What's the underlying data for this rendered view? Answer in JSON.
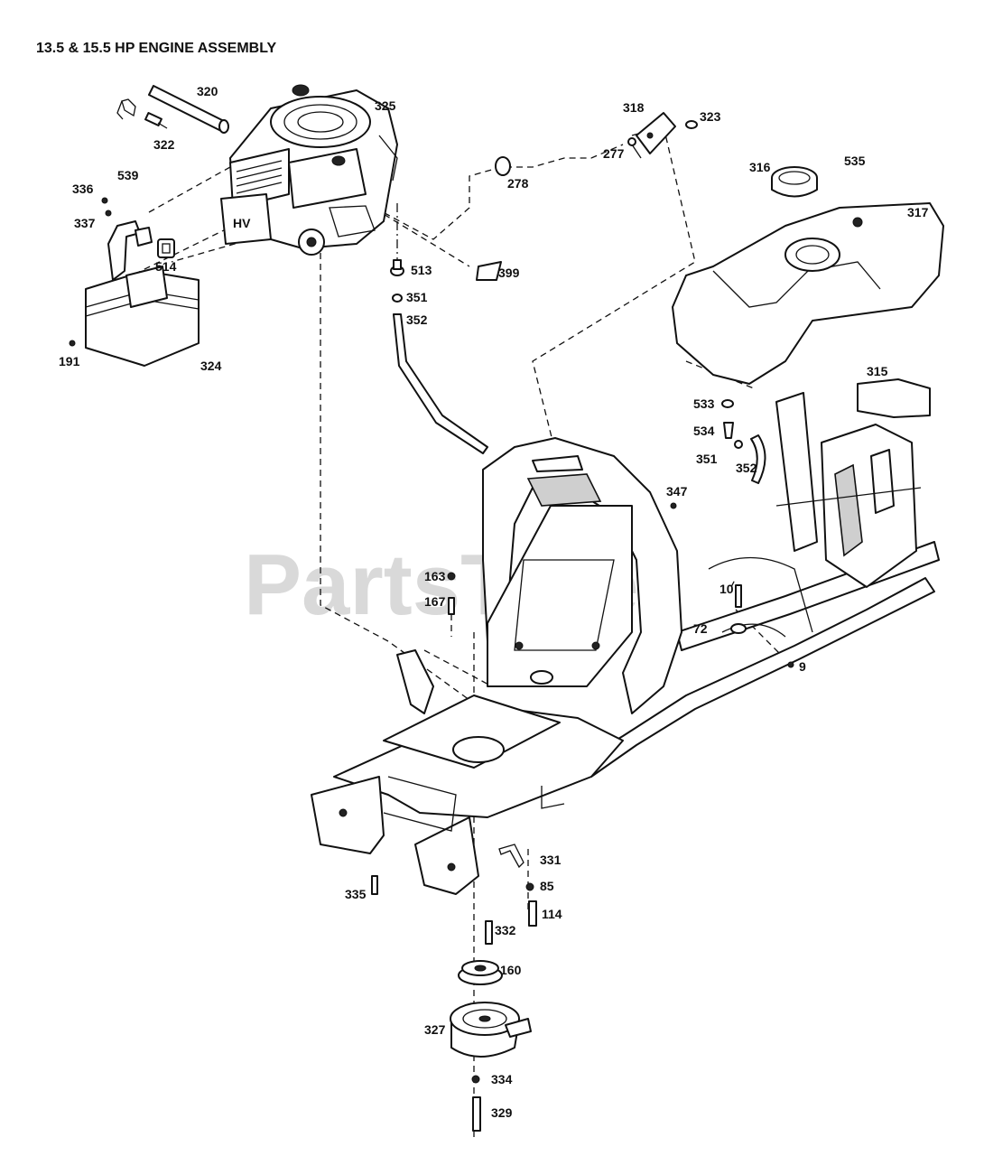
{
  "title": "13.5 & 15.5 HP ENGINE ASSEMBLY",
  "watermark": "PartsTree",
  "callouts": {
    "c320": "320",
    "c325": "325",
    "c539": "539",
    "c322": "322",
    "c336": "336",
    "c337": "337",
    "c514": "514",
    "c191": "191",
    "c324": "324",
    "c318": "318",
    "c323": "323",
    "c277": "277",
    "c278": "278",
    "c316": "316",
    "c535": "535",
    "c317": "317",
    "c513": "513",
    "c351a": "351",
    "c352a": "352",
    "c399": "399",
    "c315": "315",
    "c533": "533",
    "c534": "534",
    "c351b": "351",
    "c352b": "352",
    "c347": "347",
    "c163": "163",
    "c167": "167",
    "c10": "10",
    "c72": "72",
    "c9": "9",
    "c331": "331",
    "c85": "85",
    "c114": "114",
    "c335": "335",
    "c332": "332",
    "c160": "160",
    "c327": "327",
    "c334": "334",
    "c329": "329"
  }
}
